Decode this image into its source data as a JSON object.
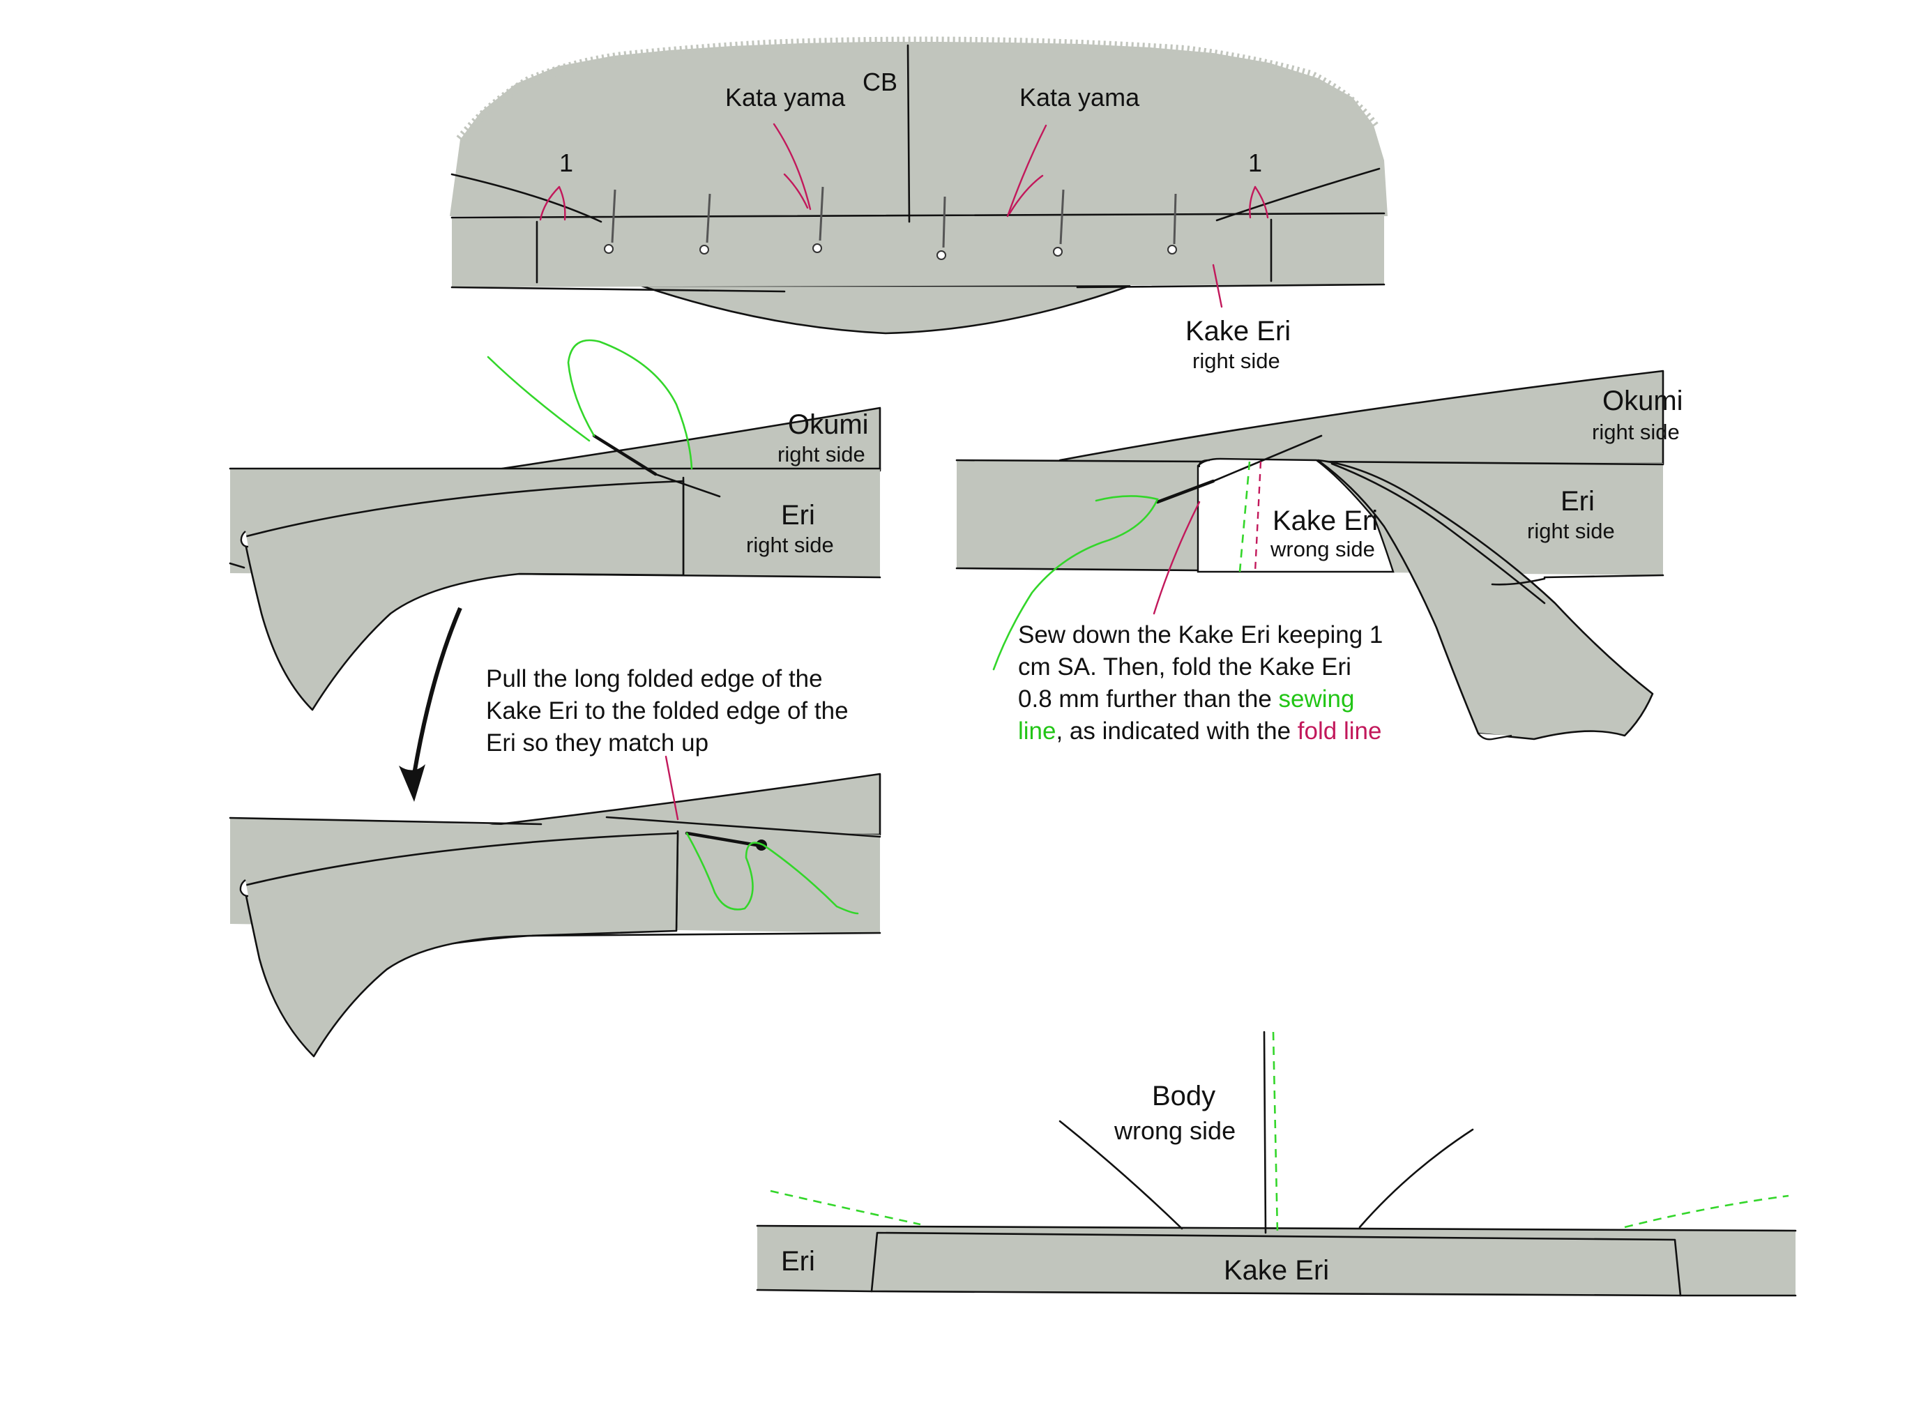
{
  "labels": {
    "cb": "CB",
    "kata_yama_left": "Kata yama",
    "kata_yama_right": "Kata yama",
    "one_left": "1",
    "one_right": "1",
    "kake_eri_top": "Kake Eri",
    "kake_eri_top_sub": "right side",
    "okumi_left": "Okumi",
    "okumi_left_sub": "right side",
    "eri_left": "Eri",
    "eri_left_sub": "right side",
    "okumi_right": "Okumi",
    "okumi_right_sub": "right side",
    "eri_right": "Eri",
    "eri_right_sub": "right side",
    "kake_eri_wrong": "Kake Eri",
    "kake_eri_wrong_sub": "wrong side",
    "body": "Body",
    "body_sub": "wrong side",
    "eri_bottom": "Eri",
    "kake_eri_bottom": "Kake Eri"
  },
  "notes": {
    "pull_line1": "Pull the long folded edge of the",
    "pull_line2": "Kake Eri to the folded edge of the",
    "pull_line3": "Eri so they match up",
    "sew_line1": "Sew down the Kake Eri keeping 1",
    "sew_line2": "cm SA. Then, fold the Kake Eri",
    "sew_line3_a": "0.8 mm further than the ",
    "sew_line3_b": "sewing",
    "sew_line4_a": "line",
    "sew_line4_b": ", as indicated with the ",
    "sew_line4_c": "fold line"
  },
  "colors": {
    "fabric": "#c1c5bd",
    "thread": "#33d62a",
    "fold_line": "#c2185b",
    "outline": "#111111"
  }
}
